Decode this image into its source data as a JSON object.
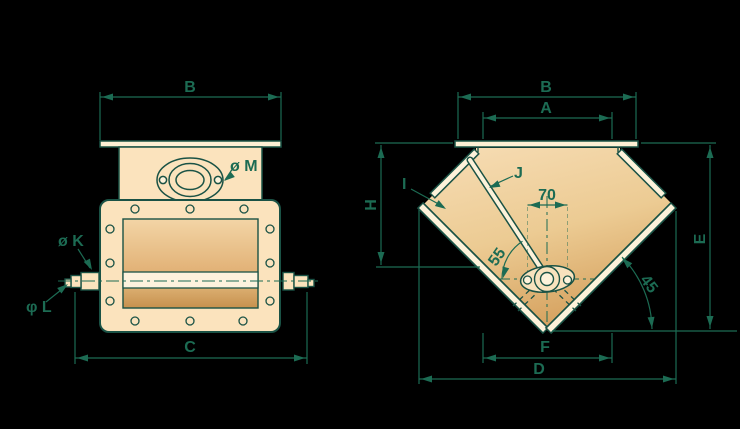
{
  "drawing_title": "diverter-valve-technical-drawing",
  "colors": {
    "background": "#000000",
    "dimension_green": "#1c6b53",
    "outline_dark": "#1a5245",
    "part_fill": "#fbe3bd",
    "flange_cream": "#fdf2da"
  },
  "front_view": {
    "labels": {
      "top_width": "B",
      "overall_width": "C",
      "bearing_dia": "ø M",
      "shaft_dia": "ø K",
      "shaft_end_dia": "φ L"
    }
  },
  "side_view": {
    "labels": {
      "flange_width": "B",
      "inlet_width": "A",
      "axis_height": "H",
      "overall_height": "E",
      "outlet_span": "F",
      "overall_width": "D",
      "outlet_flange": "I",
      "flap": "J",
      "pivot_hole_distance": "70",
      "flap_angle": "55",
      "outlet_angle": "45"
    }
  }
}
